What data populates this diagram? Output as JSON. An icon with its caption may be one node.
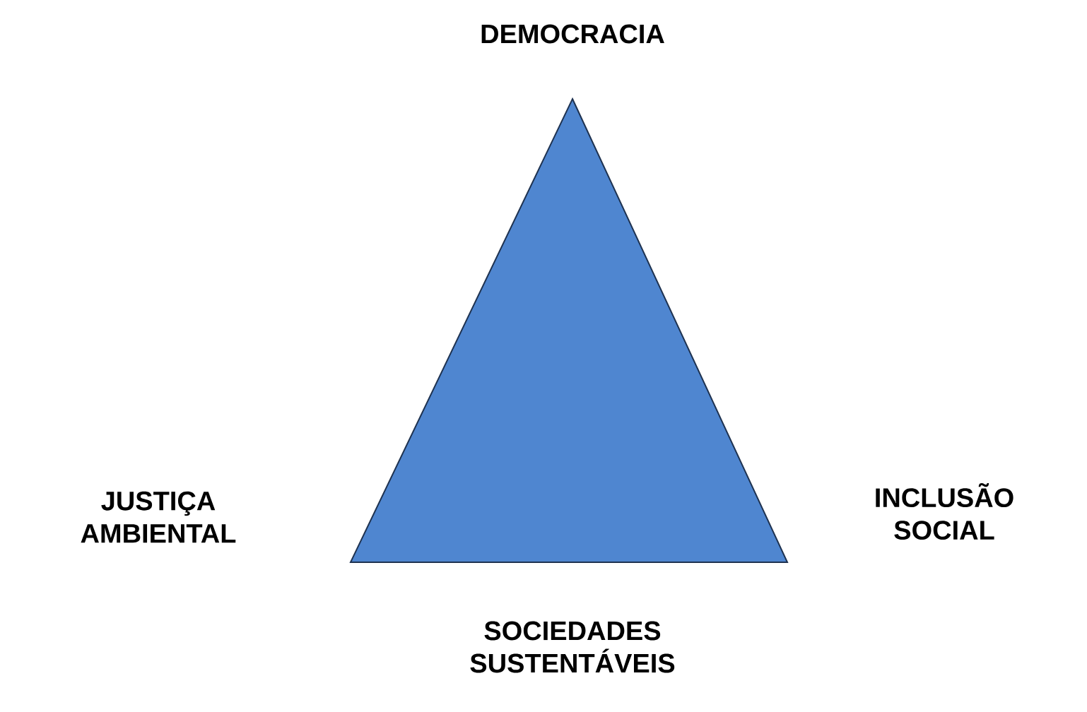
{
  "diagram": {
    "nodes": [
      {
        "text": [],
        "shape": "triangle"
      }
    ],
    "labels": [
      "DEMOCRACIA",
      "JUSTIÇA AMBIENTAL",
      "INCLUSÃO SOCIAL",
      "SOCIEDADES SUSTENTÁVEIS"
    ]
  }
}
